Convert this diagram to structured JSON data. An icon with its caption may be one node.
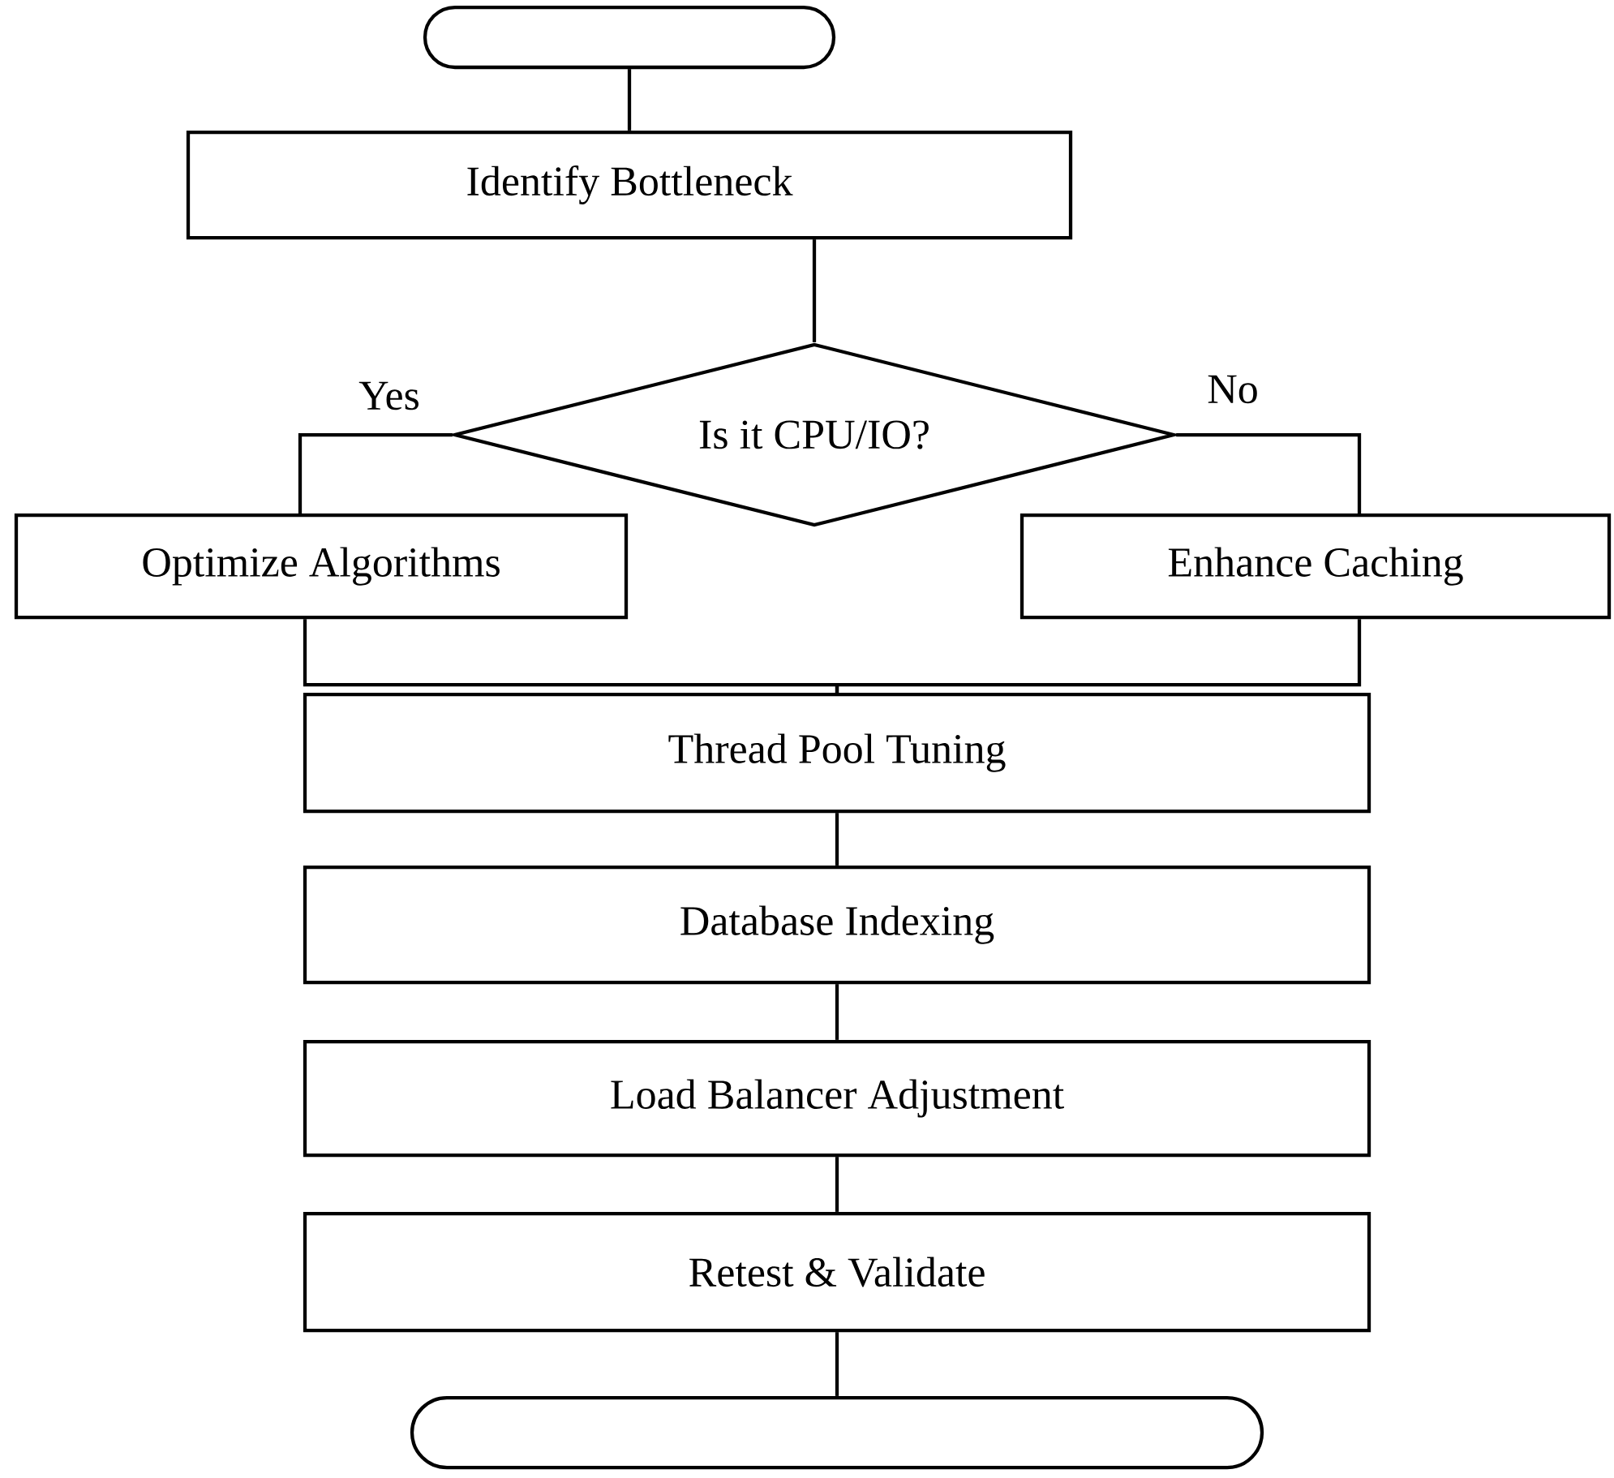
{
  "diagram": {
    "nodes": [
      {
        "text": [],
        "shape": "oval"
      },
      {
        "text": [
          "Identify Bottleneck"
        ]
      },
      {
        "text": [
          "Is it CPU/IO?"
        ]
      },
      {
        "text": [
          "Optimize Algorithms"
        ]
      },
      {
        "text": [
          "Enhance Caching"
        ]
      },
      {
        "text": [
          "Thread Pool Tuning"
        ]
      },
      {
        "text": [
          "Database Indexing"
        ]
      },
      {
        "text": [
          "Load Balancer Adjustment"
        ]
      },
      {
        "text": [
          "Retest & Validate"
        ]
      },
      {
        "text": [],
        "shape": "oval"
      }
    ],
    "edges": [
      {
        "from": 0,
        "to": 1,
        "arrow": "none"
      },
      {
        "from": 1,
        "to": 2,
        "arrow": "none"
      },
      {
        "from": 2,
        "to": 3,
        "arrow": "none",
        "label": "Yes"
      },
      {
        "from": 2,
        "to": 4,
        "arrow": "none",
        "label": "No"
      },
      {
        "from": 3,
        "to": 5,
        "arrow": "none"
      },
      {
        "from": 4,
        "to": 5,
        "arrow": "none"
      },
      {
        "from": 5,
        "to": 6,
        "arrow": "none"
      },
      {
        "from": 6,
        "to": 7,
        "arrow": "none"
      },
      {
        "from": 7,
        "to": 8,
        "arrow": "none"
      },
      {
        "from": 8,
        "to": 9,
        "arrow": "none"
      }
    ]
  }
}
